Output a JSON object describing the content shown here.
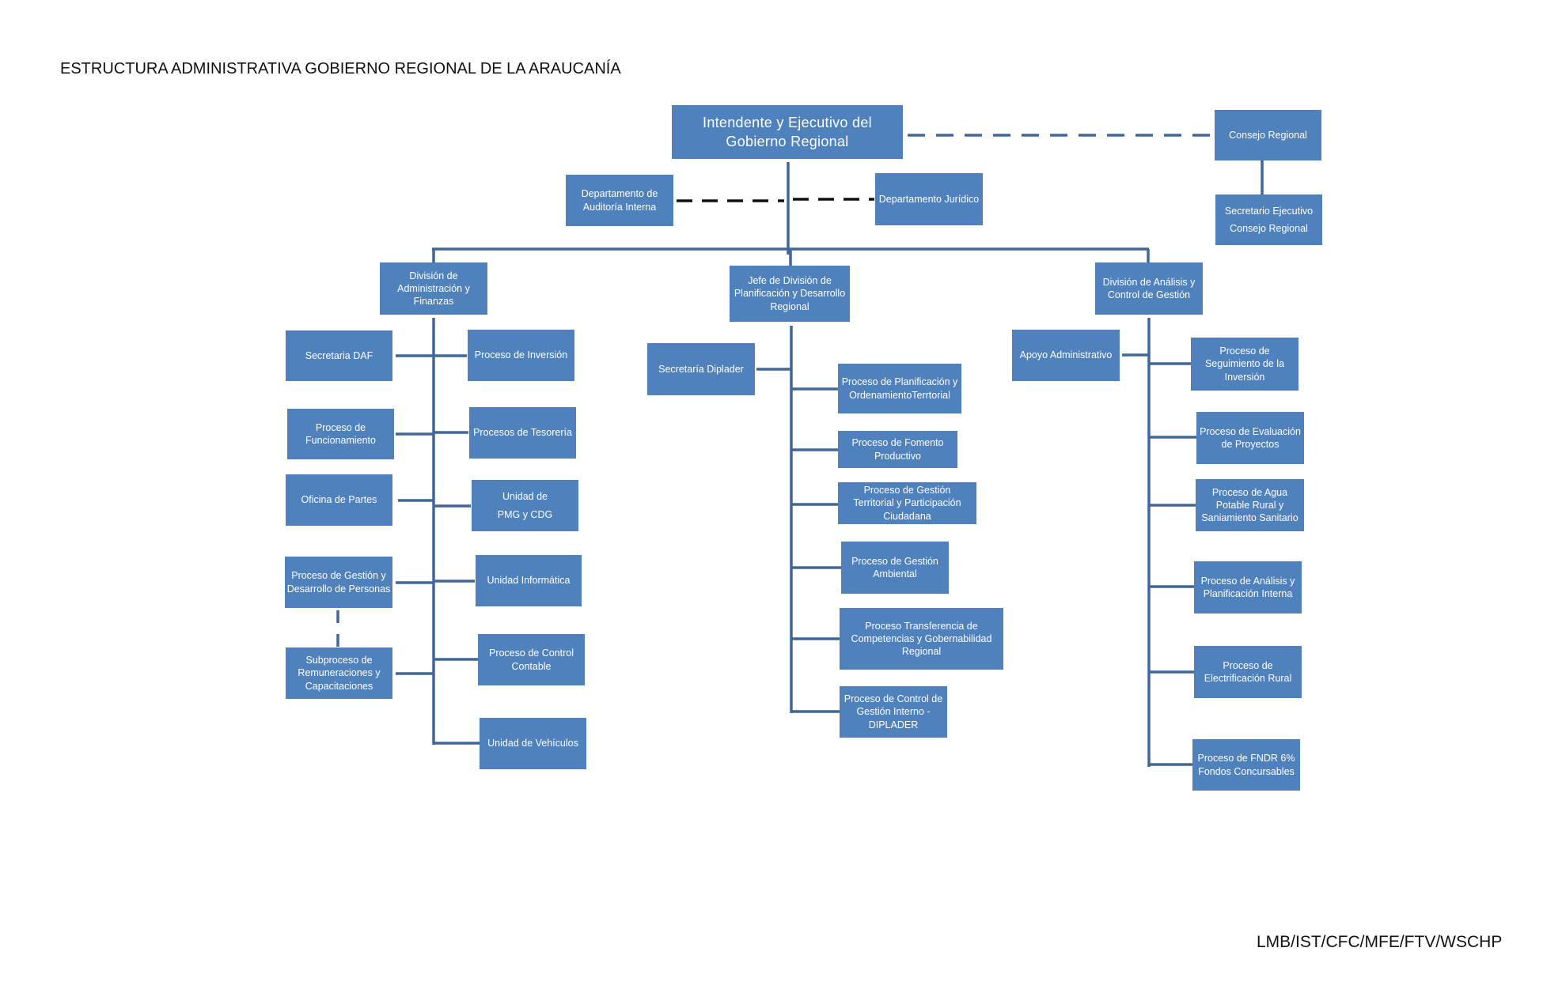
{
  "document": {
    "title": "ESTRUCTURA ADMINISTRATIVA GOBIERNO REGIONAL DE LA ARAUCANÍA",
    "footer": "LMB/IST/CFC/MFE/FTV/WSCHP"
  },
  "colors": {
    "box_fill": "#4f81bd",
    "connector": "#41669a",
    "dashed_black": "#111111",
    "text_on_box": "#ffffff"
  },
  "org": {
    "top": {
      "intendente": "Intendente y Ejecutivo del\nGobierno Regional",
      "consejo": "Consejo Regional",
      "secretario_consejo": "Secretario Ejecutivo\nConsejo Regional",
      "auditoria": "Departamento de\nAuditoría Interna",
      "juridico": "Departamento Jurídico"
    },
    "daf": {
      "head": "División de\nAdministración y\nFinanzas",
      "left": [
        "Secretaria DAF",
        "Proceso de\nFuncionamiento",
        "Oficina de Partes",
        "Proceso de  Gestión y\nDesarrollo de Personas",
        "Subproceso de\nRemuneraciones y\nCapacitaciones"
      ],
      "right": [
        "Proceso de Inversión",
        "Procesos de Tesorería",
        "Unidad de\nPMG y CDG",
        "Unidad Informática",
        "Proceso de Control\nContable",
        "Unidad de Vehículos"
      ]
    },
    "diplader": {
      "head": "Jefe de División de\nPlanificación y Desarrollo\nRegional",
      "secretaria": "Secretaría Diplader",
      "items": [
        "Proceso de Planificación y\nOrdenamientoTerrtorial",
        "Proceso de Fomento\nProductivo",
        "Proceso de Gestión\nTerritorial y Participación\nCiudadana",
        "Proceso de Gestión\nAmbiental",
        "Proceso Transferencia de\nCompetencias y Gobernabilidad\nRegional",
        "Proceso de Control de\nGestión Interno -\nDIPLADER"
      ]
    },
    "dacg": {
      "head": "División de Análisis y\nControl de Gestión",
      "apoyo": "Apoyo Administrativo",
      "items": [
        "Proceso de\nSeguimiento de la\nInversión",
        "Proceso de Evaluación\nde Proyectos",
        "Proceso de Agua\nPotable Rural y\nSaniamiento Sanitario",
        "Proceso de Análisis y\nPlanificación Interna",
        "Proceso de\nElectrificación Rural",
        "Proceso de FNDR 6%\nFondos Concursables"
      ]
    }
  }
}
